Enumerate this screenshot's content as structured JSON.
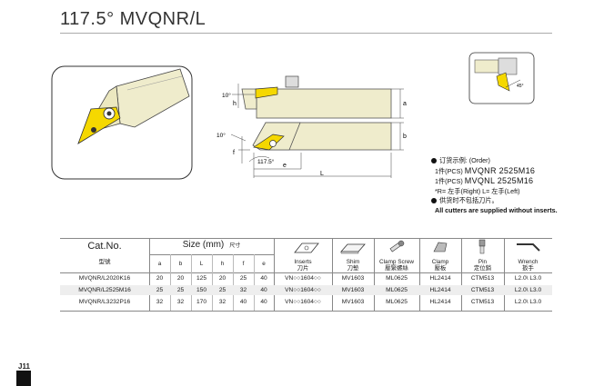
{
  "title": "117.5°  MVQNR/L",
  "dims": {
    "ten_deg_1": "10°",
    "ten_deg_2": "10°",
    "angle": "117.5°",
    "h": "h",
    "a": "a",
    "b": "b",
    "e": "e",
    "f": "f",
    "L": "L",
    "side_angle": "45°"
  },
  "order": {
    "header": "订货示例: (Order)",
    "line1_prefix": "1件(PCS)",
    "line1_code": "MVQNR 2525M16",
    "line2_prefix": "1件(PCS)",
    "line2_code": "MVQNL 2525M16",
    "hand_note": "*R= 左手(Right)   L= 左手(Left)",
    "note_cn": "供货时不包括刀片。",
    "note_en": "All cutters are supplied without inserts."
  },
  "table": {
    "cat_en": "Cat.No.",
    "cat_cn": "型號",
    "size_en": "Size (mm)",
    "size_cn": "尺寸",
    "dim_cols": [
      "a",
      "b",
      "L",
      "h",
      "f",
      "e"
    ],
    "part_cols": [
      {
        "en": "Inserts",
        "cn": "刀片"
      },
      {
        "en": "Shim",
        "cn": "刀墊"
      },
      {
        "en": "Clamp  Screw",
        "cn": "壓緊螺絲"
      },
      {
        "en": "Clamp",
        "cn": "壓板"
      },
      {
        "en": "Pin",
        "cn": "定位銷"
      },
      {
        "en": "Wrench",
        "cn": "扳手"
      }
    ],
    "rows": [
      {
        "cat": "MVQNR/L2020K16",
        "a": "20",
        "b": "20",
        "L": "125",
        "h": "20",
        "f": "25",
        "e": "40",
        "insert": "VN○○1604○○",
        "shim": "MV1603",
        "screw": "ML0625",
        "clamp": "HL2414",
        "pin": "CTM513",
        "wrench": "L2.0\\ L3.0"
      },
      {
        "cat": "MVQNR/L2525M16",
        "a": "25",
        "b": "25",
        "L": "150",
        "h": "25",
        "f": "32",
        "e": "40",
        "insert": "VN○○1604○○",
        "shim": "MV1603",
        "screw": "ML0625",
        "clamp": "HL2414",
        "pin": "CTM513",
        "wrench": "L2.0\\ L3.0"
      },
      {
        "cat": "MVQNR/L3232P16",
        "a": "32",
        "b": "32",
        "L": "170",
        "h": "32",
        "f": "40",
        "e": "40",
        "insert": "VN○○1604○○",
        "shim": "MV1603",
        "screw": "ML0625",
        "clamp": "HL2414",
        "pin": "CTM513",
        "wrench": "L2.0\\ L3.0"
      }
    ]
  },
  "footer": {
    "page": "J11"
  },
  "colors": {
    "holder": "#efeccc",
    "insert": "#f5d800",
    "rule": "#888888"
  }
}
